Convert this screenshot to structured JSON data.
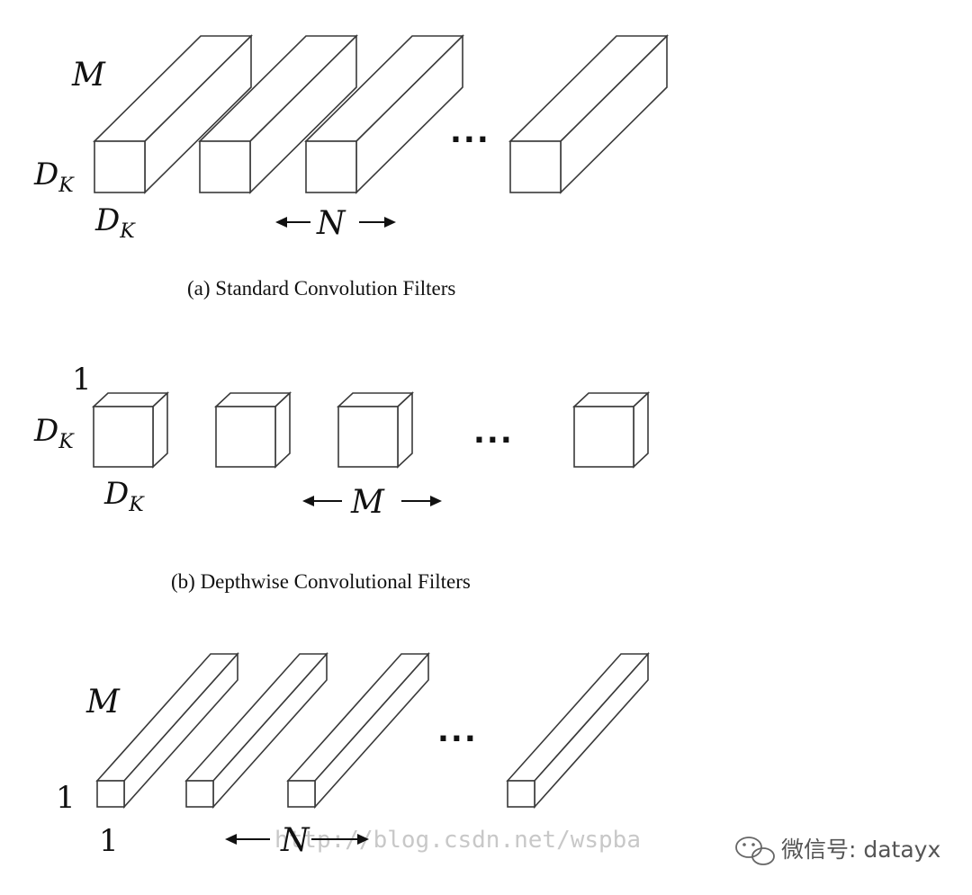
{
  "panel_a": {
    "caption": "(a)  Standard Convolution Filters",
    "depth_label": "M",
    "height_label_base": "D",
    "height_label_sub": "K",
    "width_label_base": "D",
    "width_label_sub": "K",
    "count_label": "N",
    "ellipsis": "..."
  },
  "panel_b": {
    "caption": "(b)  Depthwise Convolutional Filters",
    "depth_label": "1",
    "height_label_base": "D",
    "height_label_sub": "K",
    "width_label_base": "D",
    "width_label_sub": "K",
    "count_label": "M",
    "ellipsis": "..."
  },
  "panel_c": {
    "depth_label": "M",
    "height_label": "1",
    "width_label": "1",
    "count_label": "N",
    "ellipsis": "..."
  },
  "watermark": "http://blog.csdn.net/wspba",
  "wechat": {
    "icon": "wechat-icon",
    "text": "微信号: datayx"
  }
}
